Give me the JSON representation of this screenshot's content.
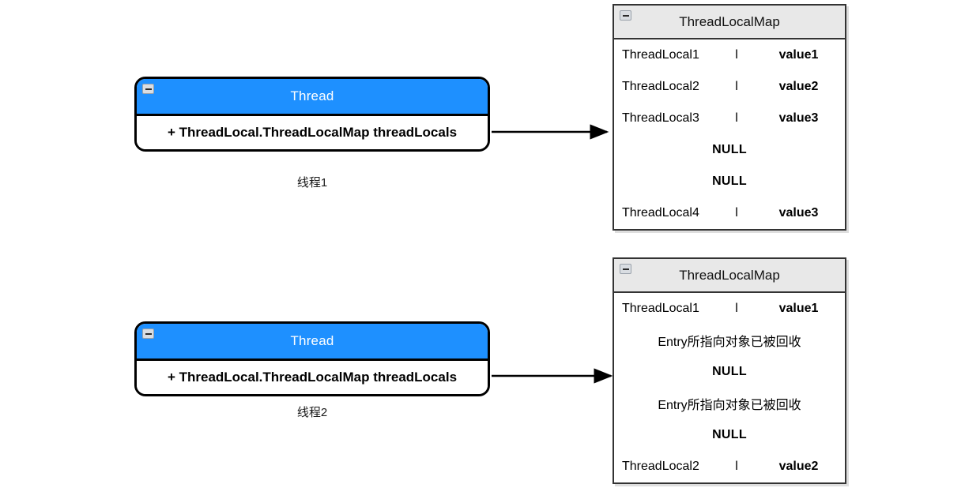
{
  "diagram": {
    "type": "uml-object-reference-diagram",
    "background": "#ffffff",
    "accent_blue": "#1e90ff",
    "header_gray": "#e8e8e8",
    "border_black": "#000000"
  },
  "groups": [
    {
      "thread": {
        "title": "Thread",
        "attribute": "+ ThreadLocal.ThreadLocalMap threadLocals",
        "caption": "线程1",
        "collapse_icon": "minus-icon"
      },
      "map": {
        "title": "ThreadLocalMap",
        "collapse_icon": "minus-icon",
        "rows": [
          {
            "kind": "kv",
            "key": "ThreadLocal1",
            "sep": "l",
            "value": "value1"
          },
          {
            "kind": "kv",
            "key": "ThreadLocal2",
            "sep": "l",
            "value": "value2"
          },
          {
            "kind": "kv",
            "key": "ThreadLocal3",
            "sep": "l",
            "value": "value3"
          },
          {
            "kind": "null",
            "text": "NULL"
          },
          {
            "kind": "null",
            "text": "NULL"
          },
          {
            "kind": "kv",
            "key": "ThreadLocal4",
            "sep": "l",
            "value": "value3"
          }
        ]
      }
    },
    {
      "thread": {
        "title": "Thread",
        "attribute": "+ ThreadLocal.ThreadLocalMap threadLocals",
        "caption": "线程2",
        "collapse_icon": "minus-icon"
      },
      "map": {
        "title": "ThreadLocalMap",
        "collapse_icon": "minus-icon",
        "rows": [
          {
            "kind": "kv",
            "key": "ThreadLocal1",
            "sep": "l",
            "value": "value1"
          },
          {
            "kind": "note",
            "text": "Entry所指向对象已被回收"
          },
          {
            "kind": "null",
            "text": "NULL"
          },
          {
            "kind": "note",
            "text": "Entry所指向对象已被回收"
          },
          {
            "kind": "null",
            "text": "NULL"
          },
          {
            "kind": "kv",
            "key": "ThreadLocal2",
            "sep": "l",
            "value": "value2"
          }
        ]
      }
    }
  ]
}
